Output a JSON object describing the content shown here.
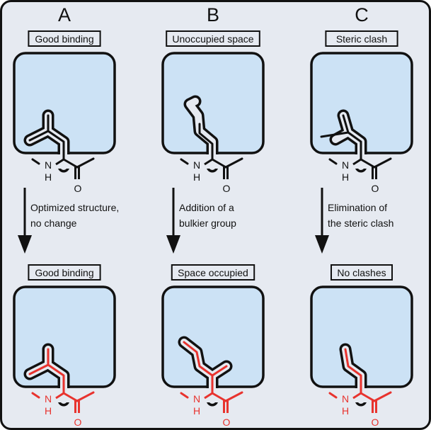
{
  "colors": {
    "background": "#e6eaf1",
    "pocket": "#cce2f5",
    "original": "#111111",
    "modified": "#e8332e"
  },
  "panels": [
    {
      "letter": "A",
      "top_label": "Good binding",
      "arrow_text": [
        "Optimized structure,",
        "no change"
      ],
      "bottom_label": "Good binding"
    },
    {
      "letter": "B",
      "top_label": "Unoccupied space",
      "arrow_text": [
        "Addition of a",
        "bulkier group"
      ],
      "bottom_label": "Space occupied"
    },
    {
      "letter": "C",
      "top_label": "Steric clash",
      "arrow_text": [
        "Elimination of",
        "the steric clash"
      ],
      "bottom_label": "No clashes"
    }
  ],
  "atoms": {
    "n": "N",
    "h": "H",
    "o": "O"
  }
}
